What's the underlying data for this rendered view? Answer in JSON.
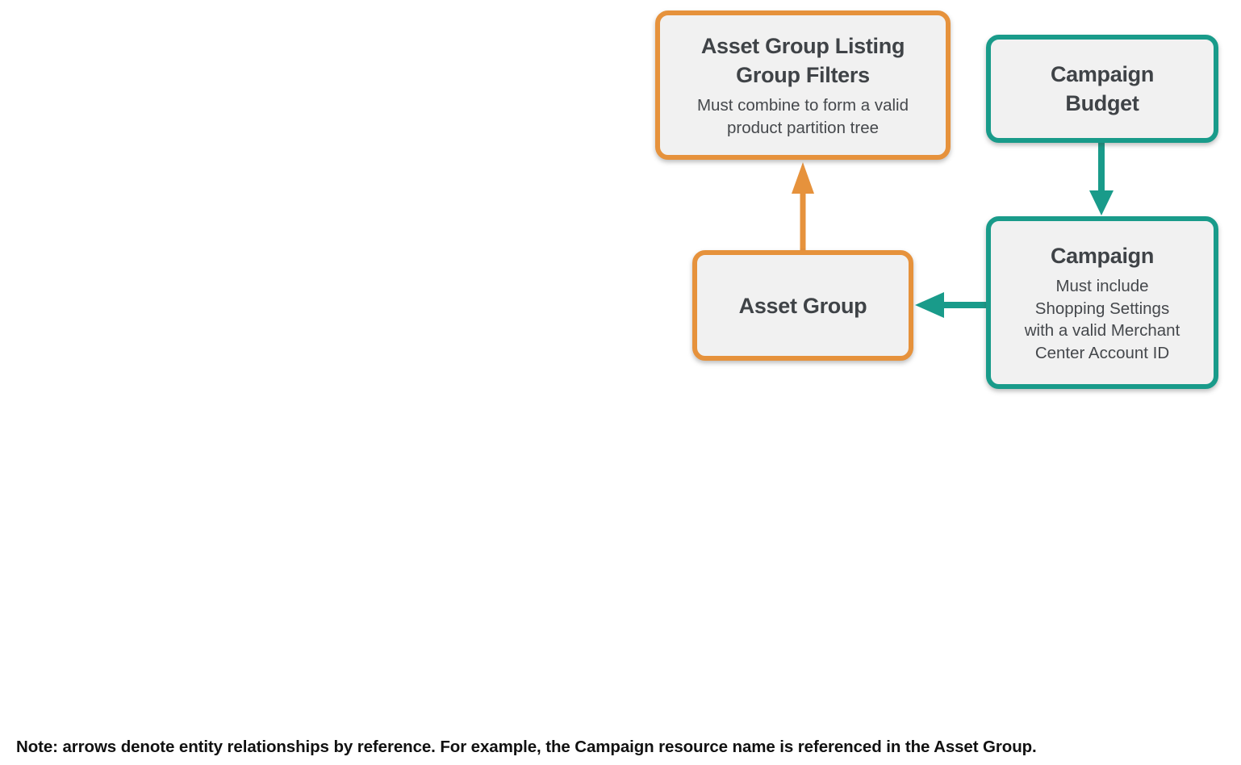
{
  "diagram": {
    "nodes": [
      {
        "id": "asset-group-listing-group-filters",
        "accent": "orange",
        "title_lines": [
          "Asset Group Listing",
          "Group Filters"
        ],
        "subtitle_lines": [
          "Must combine to form a valid",
          "product partition tree"
        ]
      },
      {
        "id": "campaign-budget",
        "accent": "teal",
        "title_lines": [
          "Campaign",
          "Budget"
        ],
        "subtitle_lines": []
      },
      {
        "id": "asset-group",
        "accent": "orange",
        "title_lines": [
          "Asset Group"
        ],
        "subtitle_lines": []
      },
      {
        "id": "campaign",
        "accent": "teal",
        "title_lines": [
          "Campaign"
        ],
        "subtitle_lines": [
          "Must include",
          "Shopping Settings",
          "with a valid Merchant",
          "Center Account ID"
        ]
      }
    ],
    "edges": [
      {
        "from": "asset-group",
        "to": "asset-group-listing-group-filters",
        "color": "orange",
        "direction": "up"
      },
      {
        "from": "campaign-budget",
        "to": "campaign",
        "color": "teal",
        "direction": "down"
      },
      {
        "from": "campaign",
        "to": "asset-group",
        "color": "teal",
        "direction": "left"
      }
    ],
    "colors": {
      "orange": "#E6923C",
      "teal": "#199B8A",
      "node_fill": "#F1F1F1",
      "title_text": "#3F4347",
      "subtitle_text": "#45484C",
      "note_text": "#111111"
    },
    "note": "Note: arrows denote entity relationships by reference. For example, the Campaign resource name is referenced in the Asset Group."
  }
}
